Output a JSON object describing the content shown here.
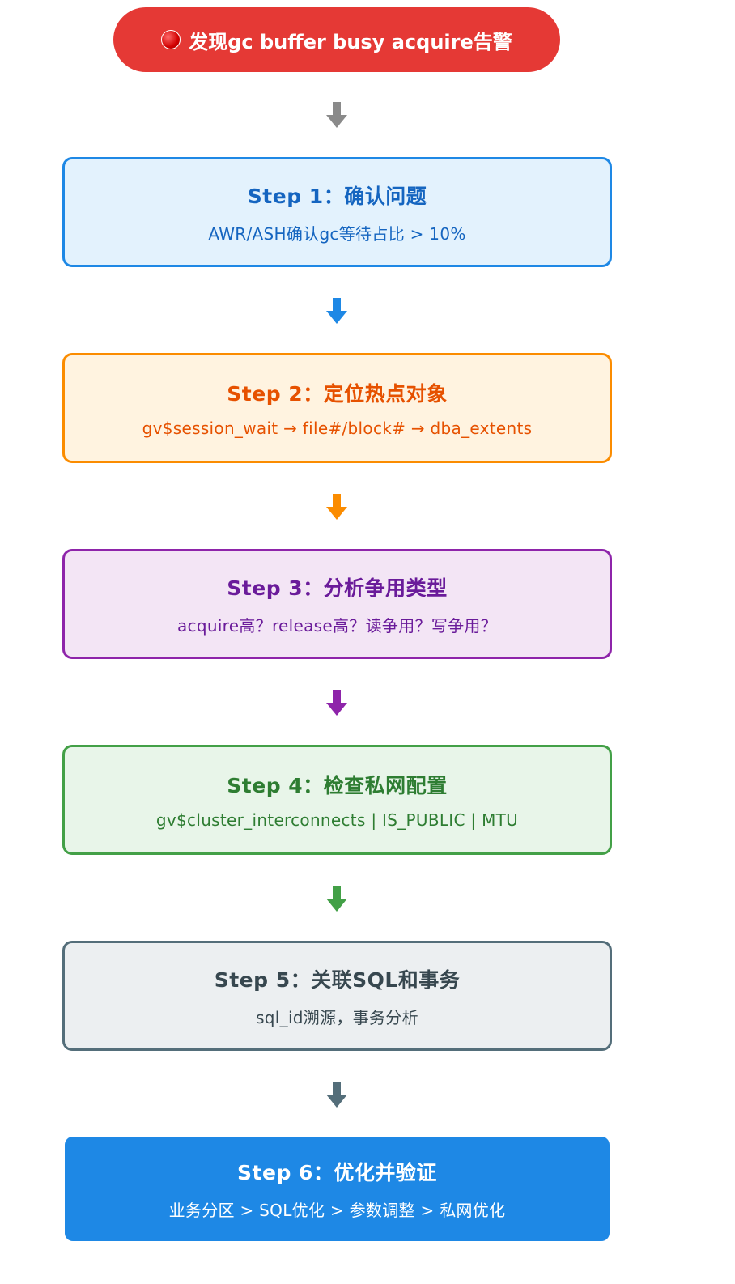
{
  "alert": {
    "icon": "red-circle-icon",
    "label": "发现gc buffer busy acquire告警",
    "color": "#e53935"
  },
  "steps": [
    {
      "title": "Step 1：确认问题",
      "desc": "AWR/ASH确认gc等待占比 > 10%",
      "border_color": "#1e88e5",
      "bg_color": "#e3f2fd",
      "text_color": "#1565c0"
    },
    {
      "title": "Step 2：定位热点对象",
      "desc": "gv$session_wait → file#/block# → dba_extents",
      "border_color": "#fb8c00",
      "bg_color": "#fff3e0",
      "text_color": "#e65100"
    },
    {
      "title": "Step 3：分析争用类型",
      "desc": "acquire高？release高？读争用？写争用？",
      "border_color": "#8e24aa",
      "bg_color": "#f3e5f5",
      "text_color": "#6a1b9a"
    },
    {
      "title": "Step 4：检查私网配置",
      "desc": "gv$cluster_interconnects | IS_PUBLIC | MTU",
      "border_color": "#43a047",
      "bg_color": "#e8f5e9",
      "text_color": "#2e7d32"
    },
    {
      "title": "Step 5：关联SQL和事务",
      "desc": "sql_id溯源，事务分析",
      "border_color": "#546e7a",
      "bg_color": "#eceff1",
      "text_color": "#37474f"
    },
    {
      "title": "Step 6：优化并验证",
      "desc": "业务分区 > SQL优化 > 参数调整 > 私网优化",
      "bg_color": "#1e88e5",
      "text_color": "#ffffff"
    }
  ],
  "arrows": [
    {
      "icon": "arrow-down-icon",
      "color": "#8a8a8a"
    },
    {
      "icon": "arrow-down-icon",
      "color": "#1e88e5"
    },
    {
      "icon": "arrow-down-icon",
      "color": "#fb8c00"
    },
    {
      "icon": "arrow-down-icon",
      "color": "#8e24aa"
    },
    {
      "icon": "arrow-down-icon",
      "color": "#43a047"
    },
    {
      "icon": "arrow-down-icon",
      "color": "#546e7a"
    }
  ]
}
